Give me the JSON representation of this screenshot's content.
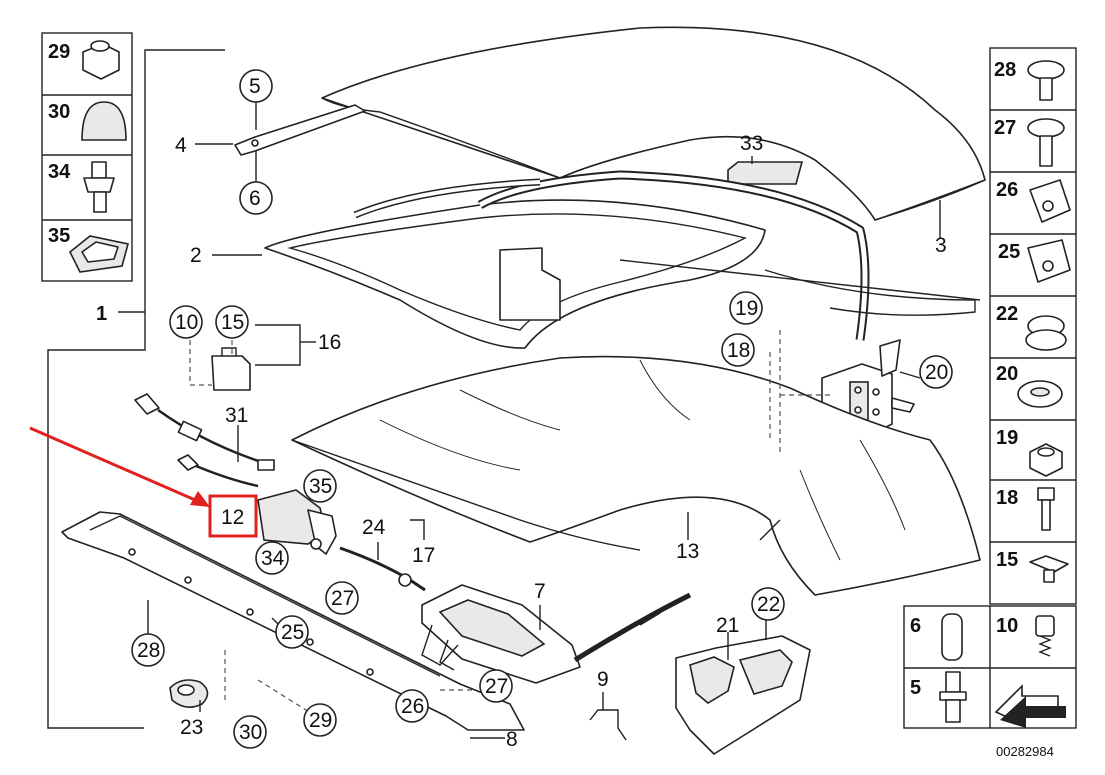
{
  "diagram": {
    "catalog_number": "00282984",
    "highlight_color": "#e0211d",
    "highlighted_part": "12",
    "callouts": {
      "c1": "1",
      "c2": "2",
      "c3": "3",
      "c4": "4",
      "c5": "5",
      "c6": "6",
      "c7": "7",
      "c8": "8",
      "c9": "9",
      "c10": "10",
      "c12": "12",
      "c13": "13",
      "c15": "15",
      "c16": "16",
      "c17": "17",
      "c18": "18",
      "c19": "19",
      "c20": "20",
      "c21": "21",
      "c22": "22",
      "c23": "23",
      "c24": "24",
      "c25": "25",
      "c26": "26",
      "c27a": "27",
      "c27b": "27",
      "c28": "28",
      "c29": "29",
      "c30": "30",
      "c31": "31",
      "c33": "33",
      "c34": "34",
      "c35": "35"
    },
    "left_legend": [
      "29",
      "30",
      "34",
      "35"
    ],
    "right_legend": [
      "28",
      "27",
      "26",
      "25",
      "22",
      "20",
      "19",
      "18",
      "15"
    ],
    "bottom_legend": [
      "6",
      "10",
      "5"
    ]
  }
}
